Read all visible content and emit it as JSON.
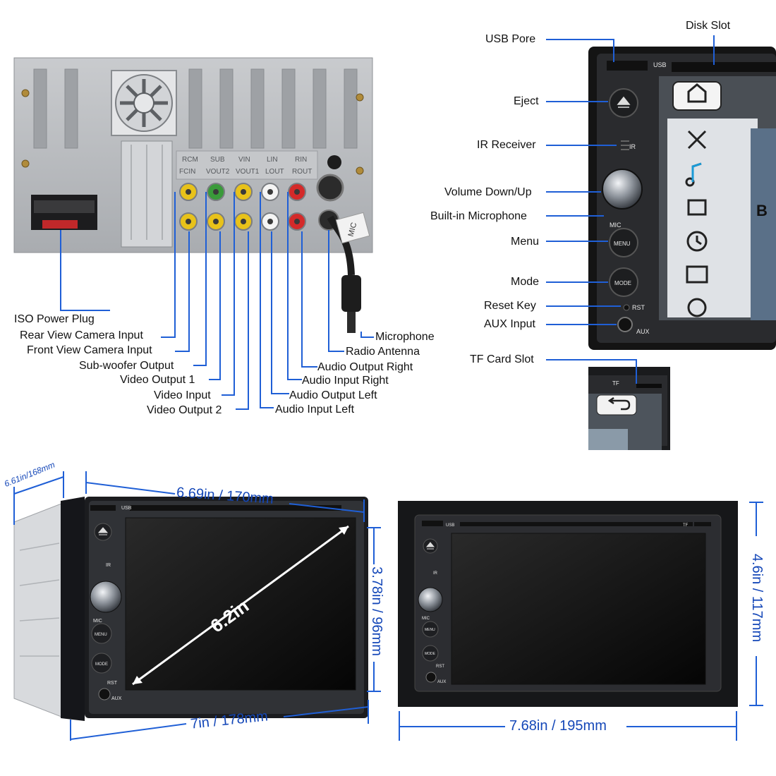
{
  "rear_panel": {
    "labels": {
      "iso_power_plug": "ISO Power Plug",
      "rear_camera": "Rear View Camera Input",
      "front_camera": "Front View Camera Input",
      "subwoofer": "Sub-woofer Output",
      "video_output_1": "Video Output 1",
      "video_input": "Video Input",
      "video_output_2": "Video Output 2",
      "audio_input_left": "Audio Input Left",
      "audio_output_left": "Audio Output Left",
      "audio_input_right": "Audio Input Right",
      "audio_output_right": "Audio Output Right",
      "radio_antenna": "Radio Antenna",
      "microphone": "Microphone"
    },
    "port_text_top": [
      "RCM",
      "SUB",
      "VIN",
      "LIN",
      "RIN"
    ],
    "port_text_bottom": [
      "FCIN",
      "VOUT2",
      "VOUT1",
      "LOUT",
      "ROUT"
    ],
    "cable_tag": "MIC"
  },
  "front_panel": {
    "labels": {
      "usb_pore": "USB Pore",
      "disk_slot": "Disk Slot",
      "eject": "Eject",
      "ir_receiver": "IR Receiver",
      "volume": "Volume Down/Up",
      "microphone": "Built-in Microphone",
      "menu": "Menu",
      "mode": "Mode",
      "reset": "Reset Key",
      "aux": "AUX Input",
      "tf": "TF Card Slot"
    },
    "device_text": {
      "usb": "USB",
      "ir": "IR",
      "mic": "MIC",
      "menu": "MENU",
      "mode": "MODE",
      "rst": "RST",
      "aux": "AUX",
      "tf": "TF",
      "screen_letter": "B"
    }
  },
  "dimensions": {
    "depth": "6.61in/168mm",
    "width_top": "6.69in / 170mm",
    "screen_diag": "6.2in",
    "screen_height": "3.78in / 96mm",
    "width_bottom": "7in / 178mm",
    "frame_height": "4.6in / 117mm",
    "frame_width": "7.68in / 195mm"
  },
  "colors": {
    "callout_line": "#1f5fd6",
    "dimension_text": "#1447b8",
    "chassis": "#b9bcc0",
    "bezel": "#2a2b2e"
  }
}
